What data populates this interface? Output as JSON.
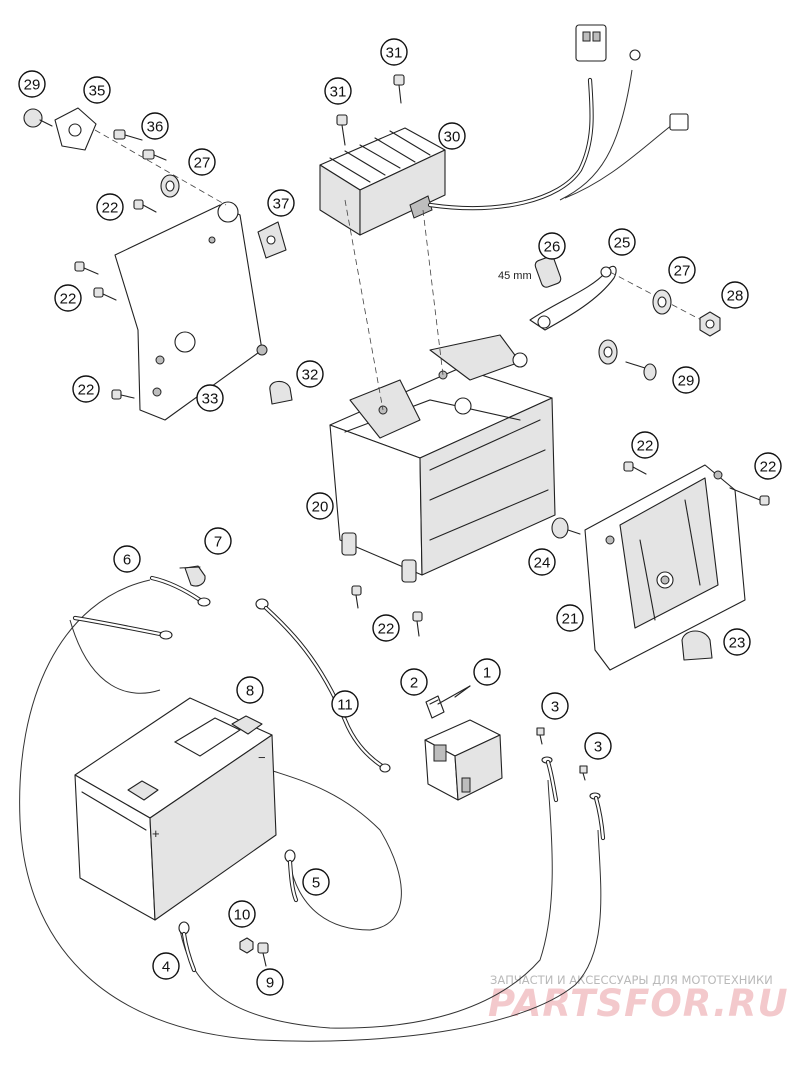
{
  "callouts": [
    {
      "id": "callout-1",
      "label": "1"
    },
    {
      "id": "callout-2",
      "label": "2"
    },
    {
      "id": "callout-3a",
      "label": "3"
    },
    {
      "id": "callout-3b",
      "label": "3"
    },
    {
      "id": "callout-4",
      "label": "4"
    },
    {
      "id": "callout-5",
      "label": "5"
    },
    {
      "id": "callout-6",
      "label": "6"
    },
    {
      "id": "callout-7",
      "label": "7"
    },
    {
      "id": "callout-8",
      "label": "8"
    },
    {
      "id": "callout-9",
      "label": "9"
    },
    {
      "id": "callout-10",
      "label": "10"
    },
    {
      "id": "callout-11",
      "label": "11"
    },
    {
      "id": "callout-20",
      "label": "20"
    },
    {
      "id": "callout-21",
      "label": "21"
    },
    {
      "id": "callout-22a",
      "label": "22"
    },
    {
      "id": "callout-22b",
      "label": "22"
    },
    {
      "id": "callout-22c",
      "label": "22"
    },
    {
      "id": "callout-22d",
      "label": "22"
    },
    {
      "id": "callout-22e",
      "label": "22"
    },
    {
      "id": "callout-22f",
      "label": "22"
    },
    {
      "id": "callout-23",
      "label": "23"
    },
    {
      "id": "callout-24",
      "label": "24"
    },
    {
      "id": "callout-25",
      "label": "25"
    },
    {
      "id": "callout-26",
      "label": "26"
    },
    {
      "id": "callout-27a",
      "label": "27"
    },
    {
      "id": "callout-27b",
      "label": "27"
    },
    {
      "id": "callout-28",
      "label": "28"
    },
    {
      "id": "callout-29a",
      "label": "29"
    },
    {
      "id": "callout-29b",
      "label": "29"
    },
    {
      "id": "callout-30",
      "label": "30"
    },
    {
      "id": "callout-31a",
      "label": "31"
    },
    {
      "id": "callout-31b",
      "label": "31"
    },
    {
      "id": "callout-32",
      "label": "32"
    },
    {
      "id": "callout-33",
      "label": "33"
    },
    {
      "id": "callout-35",
      "label": "35"
    },
    {
      "id": "callout-36",
      "label": "36"
    },
    {
      "id": "callout-37",
      "label": "37"
    }
  ],
  "annotations": {
    "dimension_label": "45 mm",
    "battery_plus": "+",
    "battery_minus": "−"
  },
  "watermark": {
    "tagline": "ЗАПЧАСТИ И АКСЕССУАРЫ ДЛЯ МОТОТЕХНИКИ",
    "brand": "PARTSFOR.RU"
  }
}
